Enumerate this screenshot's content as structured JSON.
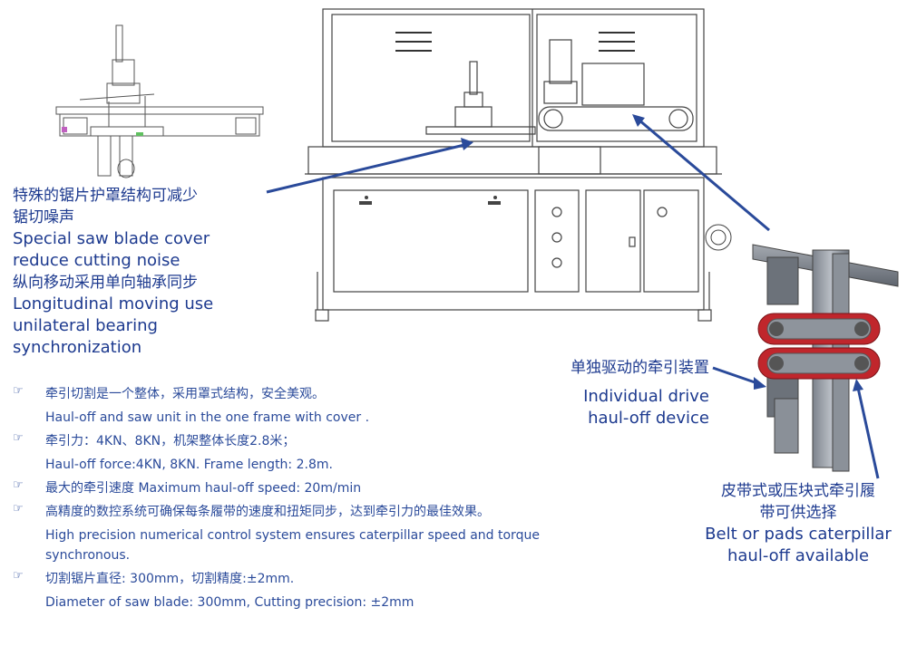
{
  "callouts": {
    "saw_cover_zh_1": "特殊的锯片护罩结构可减少",
    "saw_cover_zh_2": "锯切噪声",
    "saw_cover_en_1": "Special saw blade cover",
    "saw_cover_en_2": "reduce cutting noise",
    "bearing_zh": "纵向移动采用单向轴承同步",
    "bearing_en_1": "Longitudinal moving use",
    "bearing_en_2": "unilateral bearing",
    "bearing_en_3": "synchronization",
    "drive_zh": "单独驱动的牵引装置",
    "drive_en_1": "Individual drive",
    "drive_en_2": "haul-off device",
    "belt_zh_1": "皮带式或压块式牵引履",
    "belt_zh_2": "带可供选择",
    "belt_en_1": "Belt  or pads caterpillar",
    "belt_en_2": "haul-off available"
  },
  "features": [
    {
      "zh": "牵引切割是一个整体，采用罩式结构，安全美观。",
      "en": "Haul-off and saw unit in the one frame with cover ."
    },
    {
      "zh": "牵引力：4KN、8KN，机架整体长度2.8米；",
      "en": "Haul-off force:4KN, 8KN. Frame length: 2.8m."
    },
    {
      "zh": "最大的牵引速度 Maximum haul-off speed: 20m/min",
      "en": ""
    },
    {
      "zh": "高精度的数控系统可确保每条履带的速度和扭矩同步，达到牵引力的最佳效果。",
      "en": "High precision numerical control system ensures caterpillar speed and torque",
      "en2": "synchronous."
    },
    {
      "zh": "切割锯片直径: 300mm，切割精度:±2mm.",
      "en": "Diameter of saw blade: 300mm, Cutting precision: ±2mm"
    }
  ],
  "bullet_symbol": "☞",
  "colors": {
    "text": "#1d3a8f",
    "arrow": "#2a4a9a",
    "belt": "#c0262c",
    "line": "#333333"
  }
}
